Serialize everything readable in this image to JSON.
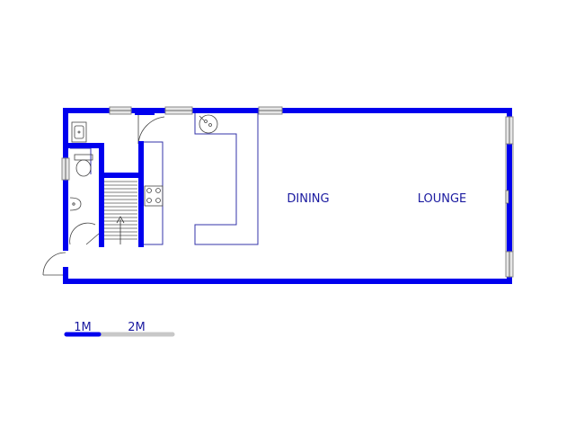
{
  "rooms": {
    "dining": "DINING",
    "lounge": "LOUNGE"
  },
  "scale_bar": {
    "label_1": "1M",
    "label_2": "2M"
  },
  "colors": {
    "wall": "#0000ee",
    "fixture": "#3333aa",
    "label": "#1a1aa0",
    "window_frame": "#888888",
    "window_fill": "#e6e6e6",
    "scale_grey": "#c8c8c8"
  }
}
